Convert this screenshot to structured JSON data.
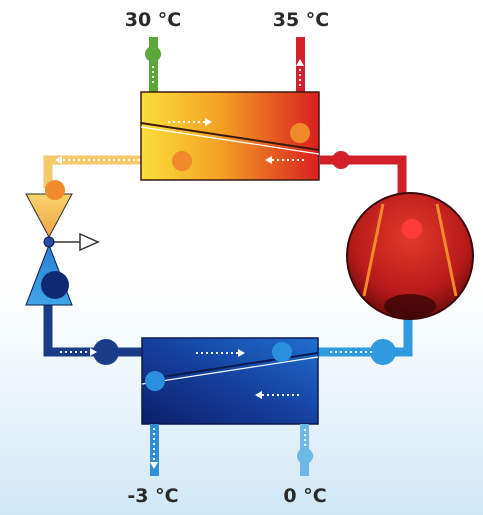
{
  "labels": {
    "hot_in": "30 °C",
    "hot_out": "35 °C",
    "cold_out": "-3 °C",
    "cold_in": "0 °C"
  },
  "colors": {
    "hot_water_in": "#5aa83c",
    "hot_water_out": "#d3202a",
    "hot_gas_line": "#d3202a",
    "liquid_line": "#f4c96a",
    "suction_line": "#2e9be0",
    "evaporator_outlet_line": "#1a3c88",
    "brine_out": "#2e8fd6",
    "brine_in": "#6cb8e6"
  }
}
